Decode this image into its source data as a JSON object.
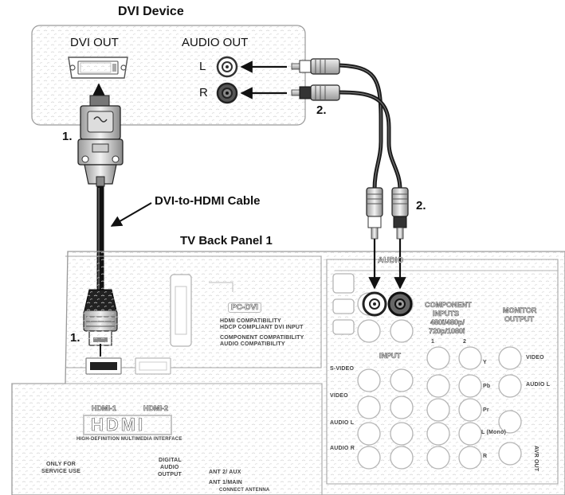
{
  "title": "DVI Device",
  "device": {
    "dvi_out": "DVI OUT",
    "audio_out": "AUDIO OUT",
    "left": "L",
    "right": "R"
  },
  "steps": {
    "one": "1.",
    "two": "2."
  },
  "cable_label": "DVI-to-HDMI Cable",
  "tv_title": "TV Back Panel 1",
  "panel": {
    "audio": "AUDIO",
    "pc_dvi": "PC-DVI",
    "pc_notes": [
      "HDMI COMPATIBILITY",
      "HDCP COMPLIANT DVI INPUT",
      "COMPONENT COMPATIBILITY",
      "AUDIO COMPATIBILITY"
    ],
    "component_inputs": [
      "COMPONENT",
      "INPUTS",
      "480i/480p/",
      "720p/1080i"
    ],
    "monitor_output": [
      "MONITOR",
      "OUTPUT"
    ],
    "input": "INPUT",
    "col1": "1",
    "col2": "2",
    "y": "Y",
    "pb": "Pb",
    "pr": "Pr",
    "l_mono": "L (Mono)",
    "r": "R",
    "video": "VIDEO",
    "audio_l": "AUDIO L",
    "s_video": "S-VIDEO",
    "video_side": "VIDEO",
    "audio_side_l": "AUDIO L",
    "audio_side_r": "AUDIO R",
    "avr_out": "AVR OUT",
    "hdmi1": "HDMI-1",
    "hdmi2": "HDMI-2",
    "hdmi_logo": "HDMI",
    "hdmi_note": "HIGH-DEFINITION MULTIMEDIA INTERFACE",
    "service": [
      "ONLY FOR",
      "SERVICE USE"
    ],
    "digital_audio": [
      "DIGITAL",
      "AUDIO",
      "OUTPUT"
    ],
    "ant2": "ANT 2/ AUX",
    "ant1": "ANT 1/MAIN",
    "ant_note": "CONNECT ANTENNA"
  }
}
